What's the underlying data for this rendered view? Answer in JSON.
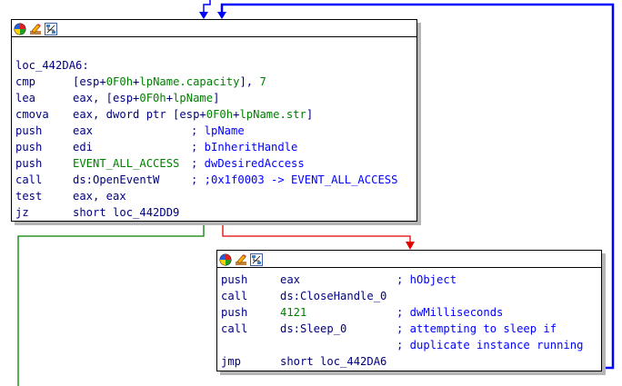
{
  "colors": {
    "mnemonic": "#000080",
    "number": "#008000",
    "comment": "#0000ff",
    "name": "#008000",
    "edge_true": "#008000",
    "edge_false": "#e00000",
    "edge_back": "#0000ff",
    "border": "#000000",
    "shadow": "#b5b5b5"
  },
  "header_icons": [
    "node-color-icon",
    "rename-icon",
    "graph-view-icon"
  ],
  "block1": {
    "label": "loc_442DA6:",
    "lines": [
      {
        "mn": "cmp",
        "ops": [
          {
            "t": "[esp+",
            "c": "n"
          },
          {
            "t": "0F0h",
            "c": "num"
          },
          {
            "t": "+",
            "c": "n"
          },
          {
            "t": "lpName.capacity",
            "c": "name"
          },
          {
            "t": "], ",
            "c": "n"
          },
          {
            "t": "7",
            "c": "num"
          }
        ]
      },
      {
        "mn": "lea",
        "ops": [
          {
            "t": "eax, [esp+",
            "c": "n"
          },
          {
            "t": "0F0h",
            "c": "num"
          },
          {
            "t": "+",
            "c": "n"
          },
          {
            "t": "lpName",
            "c": "name"
          },
          {
            "t": "]",
            "c": "n"
          }
        ]
      },
      {
        "mn": "cmova",
        "ops": [
          {
            "t": "eax, dword ptr [esp+",
            "c": "n"
          },
          {
            "t": "0F0h",
            "c": "num"
          },
          {
            "t": "+",
            "c": "n"
          },
          {
            "t": "lpName.str",
            "c": "name"
          },
          {
            "t": "]",
            "c": "n"
          }
        ]
      },
      {
        "mn": "push",
        "ops": [
          {
            "t": "eax",
            "c": "n"
          }
        ],
        "cm": "; lpName"
      },
      {
        "mn": "push",
        "ops": [
          {
            "t": "edi",
            "c": "n"
          }
        ],
        "cm": "; bInheritHandle"
      },
      {
        "mn": "push",
        "ops": [
          {
            "t": "EVENT_ALL_ACCESS",
            "c": "num"
          }
        ],
        "cm": "; dwDesiredAccess"
      },
      {
        "mn": "call",
        "ops": [
          {
            "t": "ds:OpenEventW",
            "c": "n"
          }
        ],
        "cm": "; ;0x1f0003 -> EVENT_ALL_ACCESS"
      },
      {
        "mn": "test",
        "ops": [
          {
            "t": "eax, eax",
            "c": "n"
          }
        ]
      },
      {
        "mn": "jz",
        "ops": [
          {
            "t": "short loc_442DD9",
            "c": "n"
          }
        ]
      }
    ]
  },
  "block2": {
    "lines": [
      {
        "mn": "push",
        "ops": [
          {
            "t": "eax",
            "c": "n"
          }
        ],
        "cm": "; hObject"
      },
      {
        "mn": "call",
        "ops": [
          {
            "t": "ds:CloseHandle_0",
            "c": "n"
          }
        ]
      },
      {
        "mn": "push",
        "ops": [
          {
            "t": "4121",
            "c": "num"
          }
        ],
        "cm": "; dwMilliseconds"
      },
      {
        "mn": "call",
        "ops": [
          {
            "t": "ds:Sleep_0",
            "c": "n"
          }
        ],
        "cm": "; attempting to sleep if"
      },
      {
        "mn": "",
        "ops": [],
        "cm": "; duplicate instance running"
      },
      {
        "mn": "jmp",
        "ops": [
          {
            "t": "short loc_442DA6",
            "c": "n"
          }
        ]
      }
    ]
  }
}
